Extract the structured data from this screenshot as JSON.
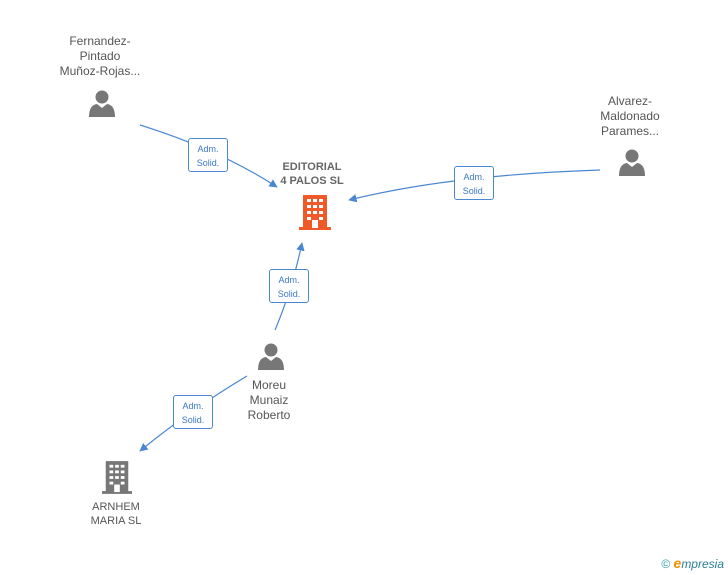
{
  "nodes": {
    "fernandez": {
      "label": "Fernandez-\nPintado\nMuñoz-Rojas..."
    },
    "alvarez": {
      "label": "Alvarez-\nMaldonado\nParames..."
    },
    "editorial": {
      "label": "EDITORIAL\n4 PALOS  SL"
    },
    "moreu": {
      "label": "Moreu\nMunaiz\nRoberto"
    },
    "arnhem": {
      "label": "ARNHEM\nMARIA  SL"
    }
  },
  "edges": [
    {
      "from": "Fernandez-Pintado Muñoz-Rojas...",
      "to": "EDITORIAL 4 PALOS SL",
      "label": "Adm.\nSolid."
    },
    {
      "from": "Alvarez-Maldonado Parames...",
      "to": "EDITORIAL 4 PALOS SL",
      "label": "Adm.\nSolid."
    },
    {
      "from": "Moreu Munaiz Roberto",
      "to": "EDITORIAL 4 PALOS SL",
      "label": "Adm.\nSolid."
    },
    {
      "from": "Moreu Munaiz Roberto",
      "to": "ARNHEM MARIA SL",
      "label": "Adm.\nSolid."
    }
  ],
  "colors": {
    "edge": "#4a87d1",
    "person": "#777777",
    "company": "#777777",
    "focus_company": "#f05a28"
  },
  "brand": {
    "copyright": "©",
    "name_first": "e",
    "name_rest": "mpresia"
  }
}
